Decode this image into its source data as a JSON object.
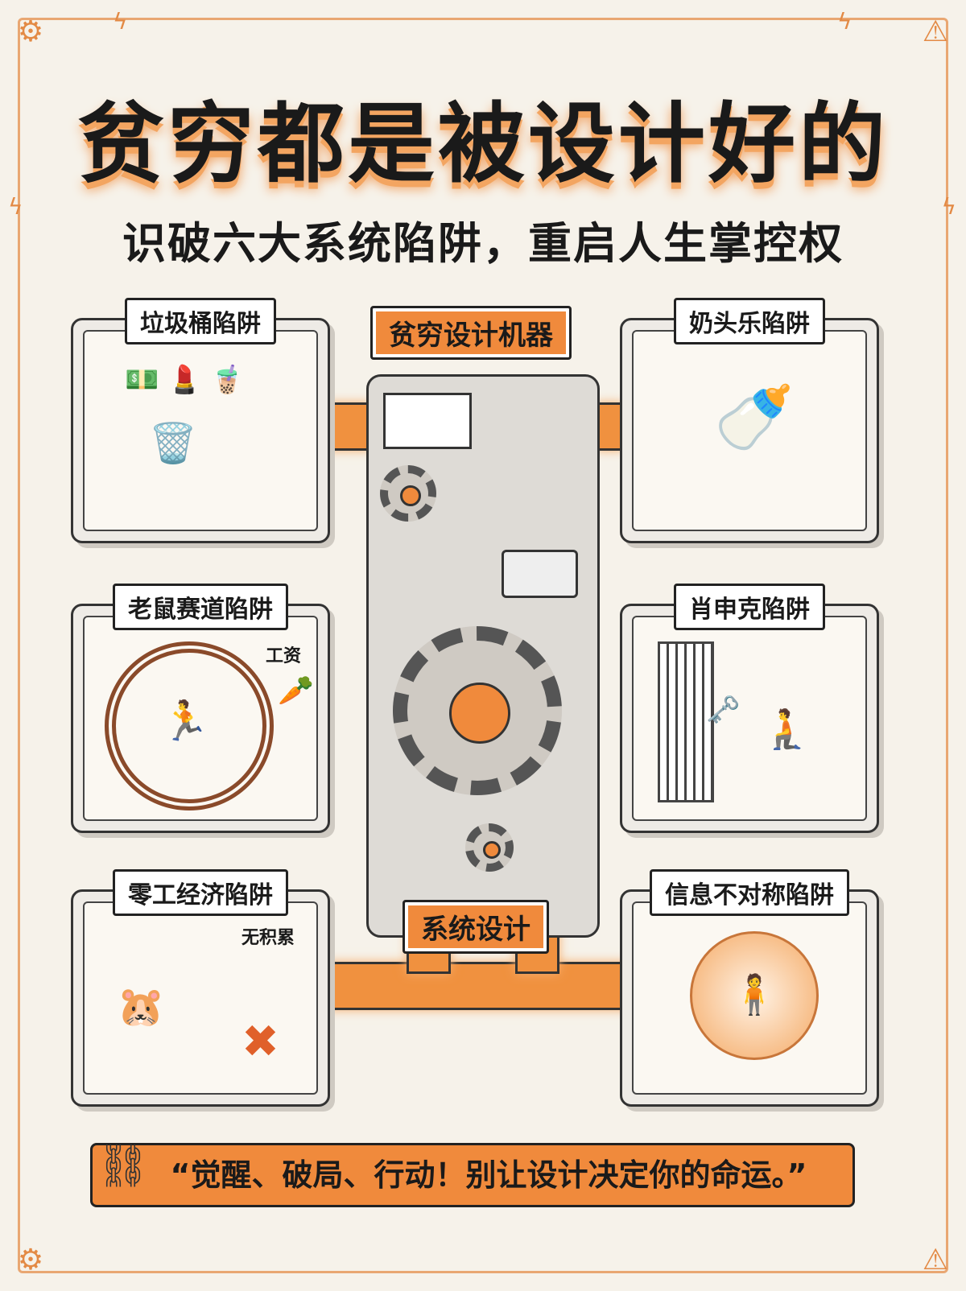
{
  "title": "贫穷都是被设计好的",
  "subtitle": "识破六大系统陷阱，重启人生掌控权",
  "machine": {
    "top_label": "贫穷设计机器",
    "bottom_label": "系统设计"
  },
  "panels": [
    {
      "label": "垃圾桶陷阱"
    },
    {
      "label": "奶头乐陷阱"
    },
    {
      "label": "老鼠赛道陷阱",
      "note": "工资"
    },
    {
      "label": "肖申克陷阱"
    },
    {
      "label": "零工经济陷阱",
      "note": "无积累"
    },
    {
      "label": "信息不对称陷阱"
    }
  ],
  "footer": "“觉醒、破局、行动！别让设计决定你的命运。”",
  "colors": {
    "accent": "#f08a3c",
    "background": "#f6f2ea",
    "outline": "#222222"
  }
}
